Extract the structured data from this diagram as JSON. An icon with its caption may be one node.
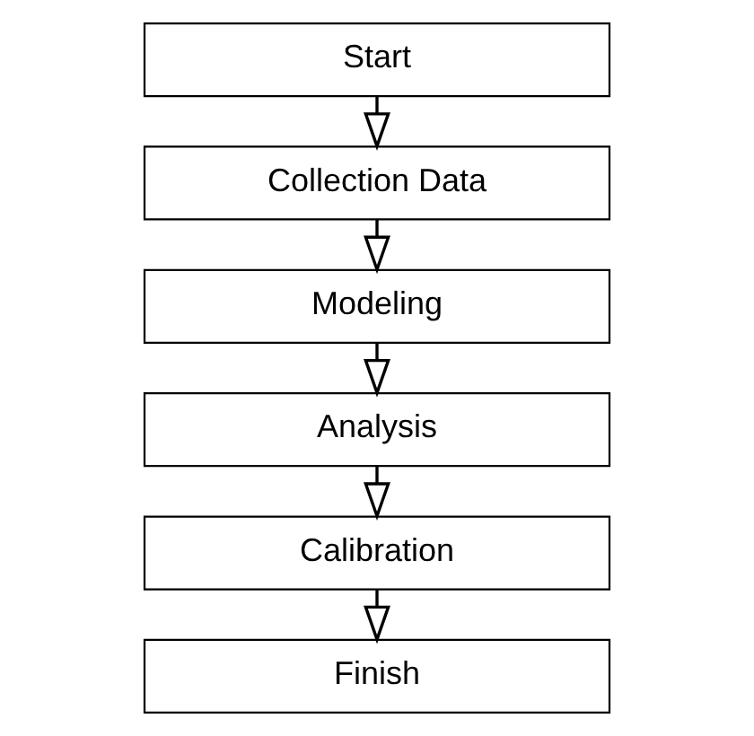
{
  "diagram": {
    "nodes": [
      {
        "text": [
          "Start"
        ]
      },
      {
        "text": [
          "Collection Data"
        ]
      },
      {
        "text": [
          "Modeling"
        ]
      },
      {
        "text": [
          "Analysis"
        ]
      },
      {
        "text": [
          "Calibration"
        ]
      },
      {
        "text": [
          "Finish"
        ]
      }
    ],
    "edges": [
      {
        "from": 0,
        "to": 1,
        "arrow": "to"
      },
      {
        "from": 1,
        "to": 2,
        "arrow": "to"
      },
      {
        "from": 2,
        "to": 3,
        "arrow": "to"
      },
      {
        "from": 3,
        "to": 4,
        "arrow": "to"
      },
      {
        "from": 4,
        "to": 5,
        "arrow": "to"
      }
    ]
  }
}
